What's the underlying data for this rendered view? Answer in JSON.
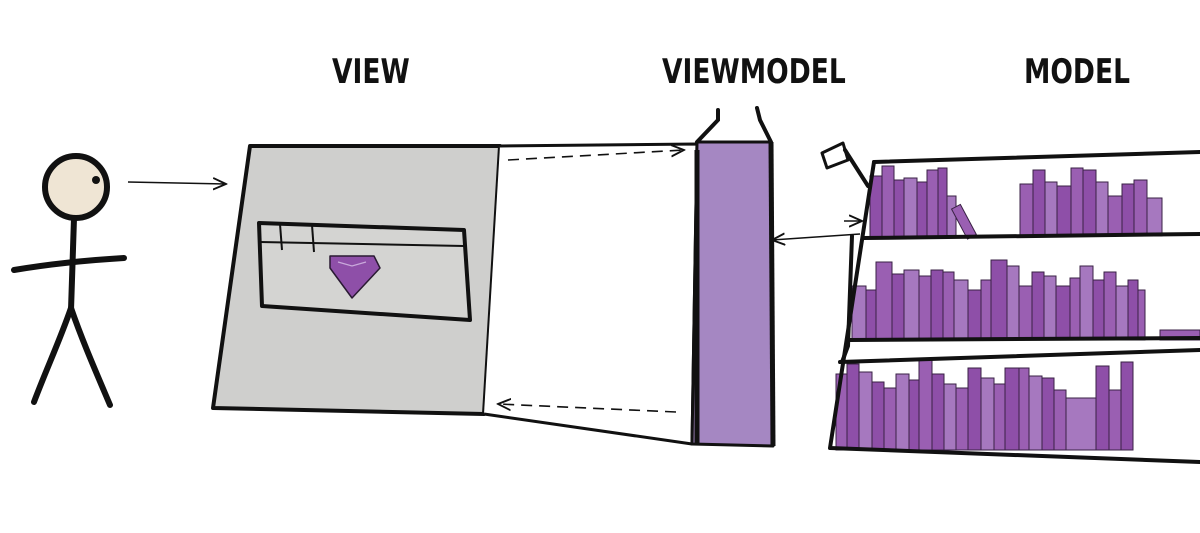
{
  "labels": {
    "view": "VIEW",
    "viewmodel": "VIEWMODEL",
    "model": "MODEL"
  },
  "colors": {
    "ink": "#111111",
    "view_fill": "#cfcfcd",
    "viewmodel_fill": "#a587c2",
    "book_dark": "#8e4fa8",
    "book_mid": "#9a5fb2",
    "book_light": "#a678bf",
    "skin": "#efe5d4",
    "gem": "#8e4fa8"
  },
  "icons": {
    "user": "stick-figure-icon",
    "gem": "gem-icon",
    "bookshelf": "bookshelf-icon",
    "flag": "flag-icon"
  }
}
